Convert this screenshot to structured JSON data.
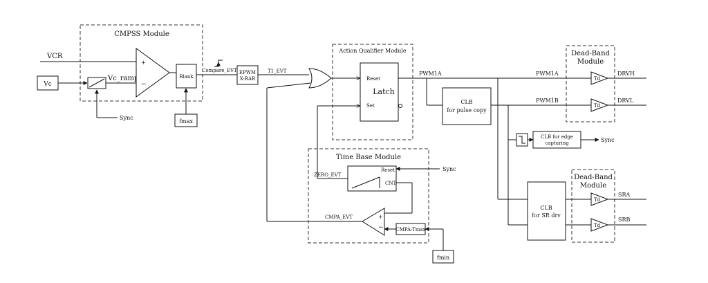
{
  "modules": {
    "cmpss": "CMPSS Module",
    "action_qualifier": "Action Qualifier Module",
    "time_base": "Time Base Module",
    "dead_band_top": [
      "Dead-Band",
      "Module"
    ],
    "dead_band_bottom": [
      "Dead-Band",
      "Module"
    ]
  },
  "blocks": {
    "vc": "Vc",
    "blank": "Blank",
    "fmax": "fmax",
    "fmin": "fmin",
    "epwm_xbar": [
      "EPWM",
      "X-BAR"
    ],
    "latch": "Latch",
    "clb_pulse": [
      "CLB",
      "for pulse copy"
    ],
    "clb_edge": [
      "CLB for edge",
      "capturing"
    ],
    "clb_sr": [
      "CLB",
      "for SR drv"
    ],
    "cmpa_tmax": "CMPA-Tmax",
    "cnt": "CNT",
    "td": "Td"
  },
  "signals": {
    "vcr": "VCR",
    "vc_ramp": "Vc_ramp",
    "sync": "Sync",
    "compare_evt": "Compare_EVT",
    "t1_evt": "T1_EVT",
    "pwm1a": "PWM1A",
    "pwm1b": "PWM1B",
    "drvh": "DRVH",
    "drvl": "DRVL",
    "sra": "SRA",
    "srb": "SRB",
    "reset": "Reset",
    "set": "Set",
    "zero_evt": "ZERO_EVT",
    "cmpa_evt": "CMPA_EVT",
    "plus": "+",
    "minus": "−"
  }
}
